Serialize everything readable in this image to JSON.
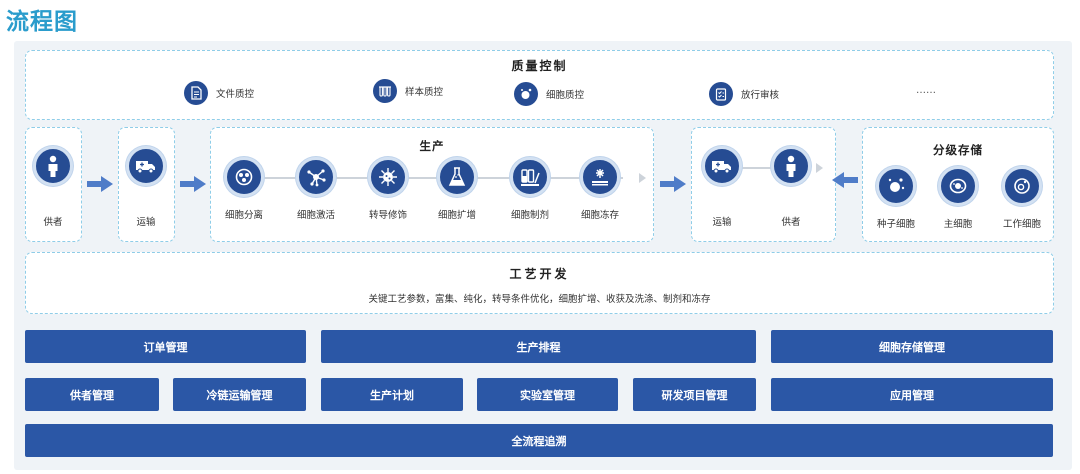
{
  "title": "流程图",
  "quality_control": {
    "title": "质量控制",
    "items": [
      {
        "label": "文件质控",
        "icon": "document-icon"
      },
      {
        "label": "样本质控",
        "icon": "sample-icon"
      },
      {
        "label": "细胞质控",
        "icon": "cell-icon"
      },
      {
        "label": "放行审核",
        "icon": "checklist-icon"
      }
    ],
    "more": "……"
  },
  "flow": {
    "donor_left": {
      "label": "供者",
      "icon": "person-icon"
    },
    "transport_left": {
      "label": "运输",
      "icon": "truck-icon"
    },
    "production": {
      "title": "生产",
      "steps": [
        {
          "label": "细胞分离",
          "icon": "cell-separation-icon"
        },
        {
          "label": "细胞激活",
          "icon": "cell-activation-icon"
        },
        {
          "label": "转导修饰",
          "icon": "virus-icon"
        },
        {
          "label": "细胞扩增",
          "icon": "flask-icon"
        },
        {
          "label": "细胞制剂",
          "icon": "formulation-icon"
        },
        {
          "label": "细胞冻存",
          "icon": "freeze-icon"
        }
      ]
    },
    "delivery": {
      "steps": [
        {
          "label": "运输",
          "icon": "truck-icon"
        },
        {
          "label": "供者",
          "icon": "person-icon"
        }
      ]
    },
    "storage": {
      "title": "分级存储",
      "items": [
        {
          "label": "种子细胞",
          "icon": "seed-cell-icon"
        },
        {
          "label": "主细胞",
          "icon": "master-cell-icon"
        },
        {
          "label": "工作细胞",
          "icon": "working-cell-icon"
        }
      ]
    }
  },
  "process_development": {
    "title": "工艺开发",
    "description": "关键工艺参数，富集、纯化，转导条件优化，细胞扩增、收获及洗涤、制剂和冻存"
  },
  "modules": {
    "order": "订单管理",
    "scheduling": "生产排程",
    "cell_storage": "细胞存储管理",
    "donor": "供者管理",
    "cold_chain": "冷链运输管理",
    "production_plan": "生产计划",
    "lab": "实验室管理",
    "rd_project": "研发项目管理",
    "application": "应用管理",
    "traceability": "全流程追溯"
  },
  "colors": {
    "title": "#2a9ccc",
    "icon_fill": "#264c93",
    "button": "#2b57a6",
    "dashed_border": "#8fcde8",
    "arrow": "#4f7cc8",
    "background": "#eff3f7"
  }
}
